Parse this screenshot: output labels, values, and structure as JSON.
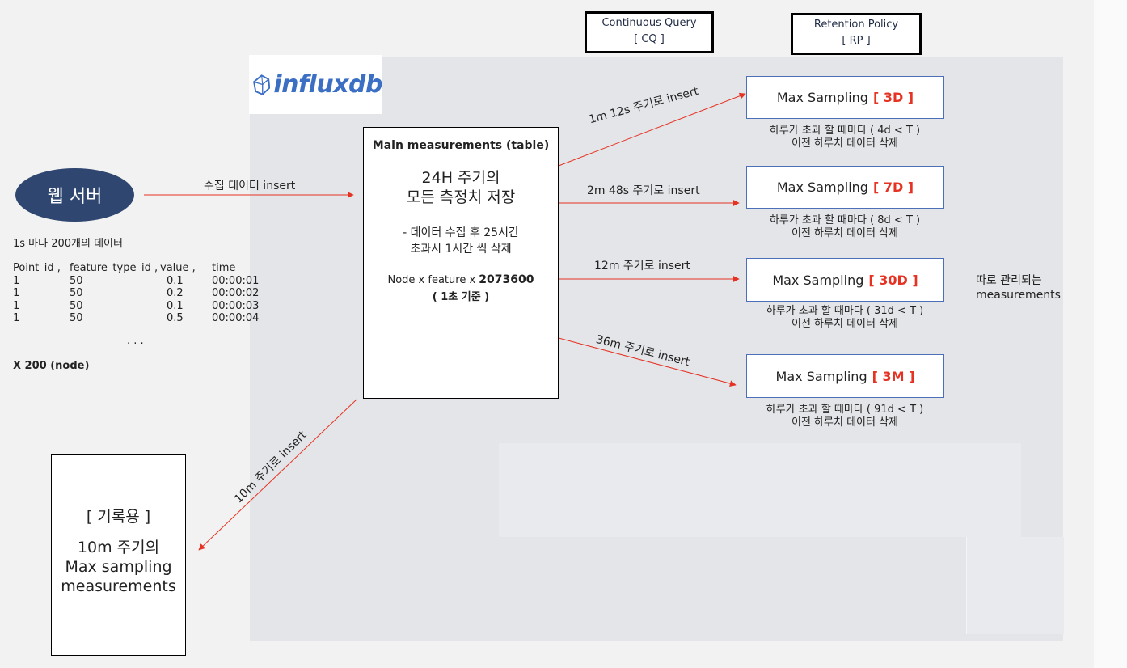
{
  "legend": {
    "cq_line1": "Continuous Query",
    "cq_line2": "[ CQ ]",
    "rp_line1": "Retention Policy",
    "rp_line2": "[ RP ]"
  },
  "logo_text": "influxdb",
  "web_server": "웹 서버",
  "collect_label": "수집 데이터 insert",
  "data_desc": "1s 마다 200개의 데이터",
  "data_table": {
    "headers": [
      "Point_id ,",
      "feature_type_id ,",
      "value ,",
      "time"
    ],
    "rows": [
      [
        "1",
        "50",
        "0.1",
        "00:00:01"
      ],
      [
        "1",
        "50",
        "0.2",
        "00:00:02"
      ],
      [
        "1",
        "50",
        "0.1",
        "00:00:03"
      ],
      [
        "1",
        "50",
        "0.5",
        "00:00:04"
      ]
    ],
    "ellipsis": ". . ."
  },
  "multiplier": "X 200 (node)",
  "main": {
    "title": "Main measurements (table)",
    "store_line1": "24H 주기의",
    "store_line2": "모든 측정치 저장",
    "delete_line1": "-  데이터 수집 후 25시간",
    "delete_line2": "초과시 1시간 씩 삭제",
    "node_prefix": "Node x feature x",
    "node_value": "2073600",
    "basis": "( 1초 기준 )"
  },
  "flows": [
    {
      "insert_label": "1m 12s 주기로 insert",
      "sampling": "Max Sampling",
      "tag": "[ 3D ]",
      "note_line1": "하루가 초과 할 때마다 ( 4d < T )",
      "note_line2": "이전 하루치 데이터 삭제"
    },
    {
      "insert_label": "2m 48s 주기로 insert",
      "sampling": "Max Sampling",
      "tag": "[ 7D ]",
      "note_line1": "하루가 초과 할 때마다 ( 8d < T )",
      "note_line2": "이전 하루치 데이터 삭제"
    },
    {
      "insert_label": "12m 주기로 insert",
      "sampling": "Max Sampling",
      "tag": "[ 30D ]",
      "note_line1": "하루가 초과 할 때마다 ( 31d < T )",
      "note_line2": "이전 하루치 데이터 삭제"
    },
    {
      "insert_label": "36m 주기로 insert",
      "sampling": "Max Sampling",
      "tag": "[ 3M ]",
      "note_line1": "하루가 초과 할 때마다 ( 91d < T )",
      "note_line2": "이전 하루치 데이터 삭제"
    }
  ],
  "separate_line1": "따로 관리되는",
  "separate_line2": "measurements",
  "record": {
    "insert_label": "10m 주기로 insert",
    "title": "[ 기록용 ]",
    "line1": "10m 주기의",
    "line2": "Max sampling",
    "line3": "measurements"
  },
  "colors": {
    "arrow": "#e53222",
    "tag": "#e53222",
    "server": "#2e4670",
    "logo": "#3b6fc4",
    "sample_border": "#4b6fb8"
  }
}
